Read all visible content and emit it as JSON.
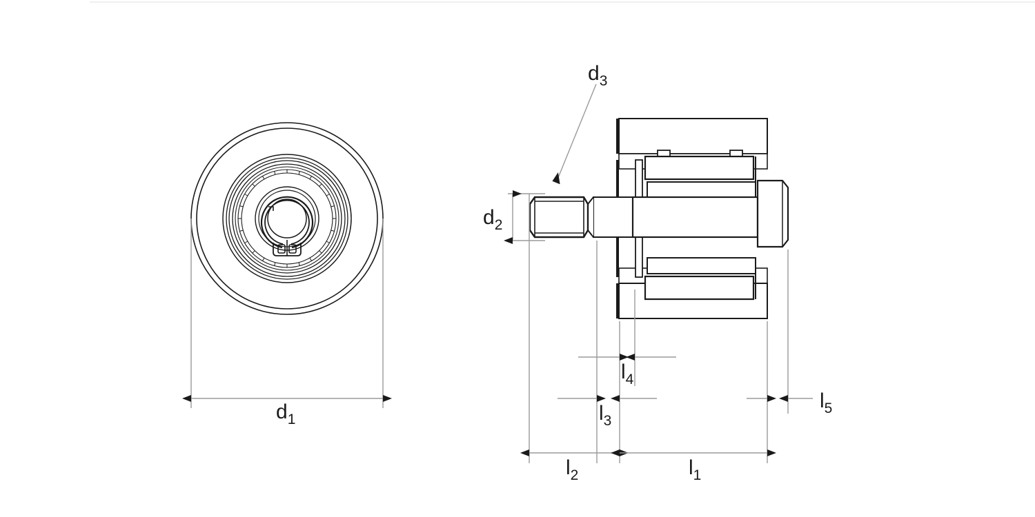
{
  "drawing": {
    "type": "engineering-cross-section",
    "subject": "cam-follower-stud-type-track-roller",
    "views": [
      {
        "name": "front-view",
        "description": "circular end view of track roller with retaining ring"
      },
      {
        "name": "section-view",
        "description": "axial cross section showing threaded stud, needle rollers and outer ring"
      }
    ],
    "line_color": "#1a1a1a",
    "thin_line_color": "#9a9a9a",
    "background": "#ffffff"
  },
  "dimensions": {
    "d1": {
      "label": "d",
      "sub": "1",
      "view": "front-view",
      "orientation": "horizontal",
      "description": "outer roller diameter"
    },
    "d2": {
      "label": "d",
      "sub": "2",
      "view": "section-view",
      "orientation": "vertical",
      "description": "thread diameter of stud"
    },
    "d3": {
      "label": "d",
      "sub": "3",
      "view": "section-view",
      "orientation": "leader",
      "description": "stud shank diameter"
    },
    "l1": {
      "label": "l",
      "sub": "1",
      "view": "section-view",
      "orientation": "horizontal",
      "description": "overall roller width"
    },
    "l2": {
      "label": "l",
      "sub": "2",
      "view": "section-view",
      "orientation": "horizontal",
      "description": "stud length"
    },
    "l3": {
      "label": "l",
      "sub": "3",
      "view": "section-view",
      "orientation": "horizontal",
      "description": "shoulder length"
    },
    "l4": {
      "label": "l",
      "sub": "4",
      "view": "section-view",
      "orientation": "horizontal",
      "description": "small inner offset"
    },
    "l5": {
      "label": "l",
      "sub": "5",
      "view": "section-view",
      "orientation": "horizontal",
      "description": "end cap width"
    }
  }
}
